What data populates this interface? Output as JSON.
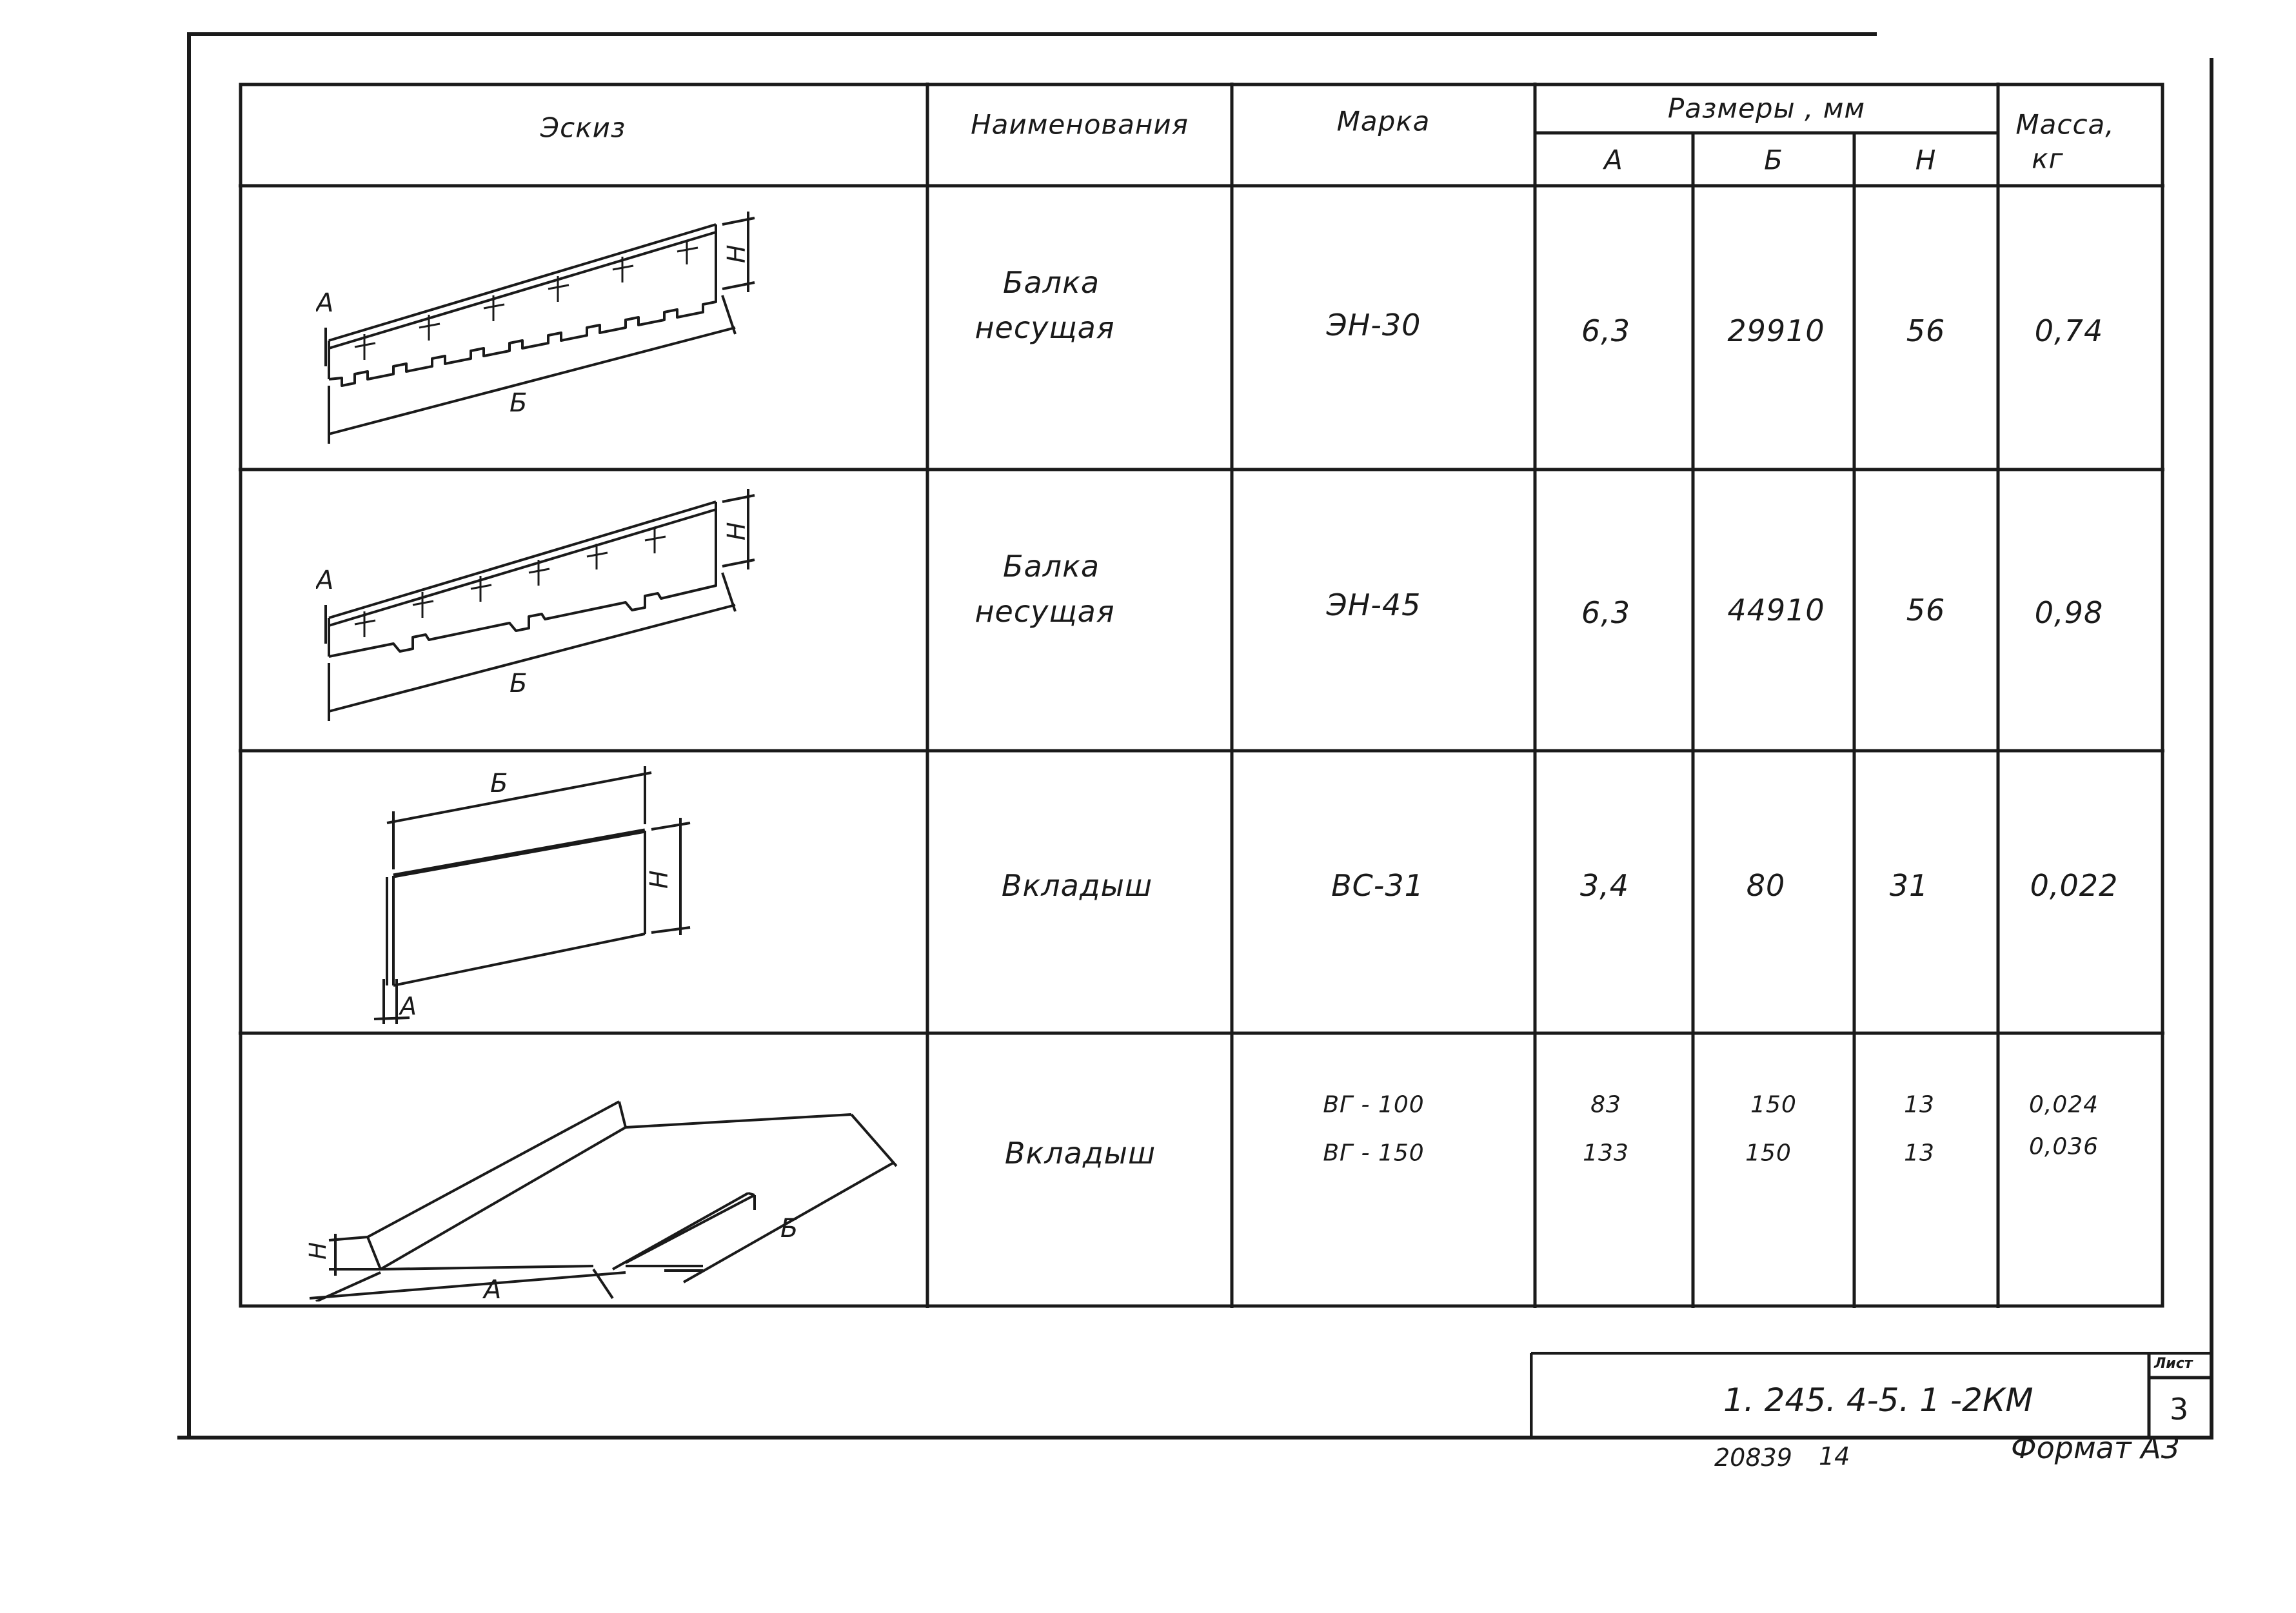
{
  "header": {
    "sketch": "Эскиз",
    "name": "Наименования",
    "mark": "Марка",
    "dims": "Размеры , мм",
    "dim_a": "А",
    "dim_b": "Б",
    "dim_h": "Н",
    "mass": "Масса,",
    "mass_unit": "кг"
  },
  "rows": [
    {
      "name1": "Балка",
      "name2": "несущая",
      "mark": "ЭН-30",
      "a": "6,3",
      "b": "29910",
      "h": "56",
      "mass": "0,74",
      "sketch_labels": {
        "a": "А",
        "b": "Б",
        "h": "Н"
      }
    },
    {
      "name1": "Балка",
      "name2": "несущая",
      "mark": "ЭН-45",
      "a": "6,3",
      "b": "44910",
      "h": "56",
      "mass": "0,98",
      "sketch_labels": {
        "a": "А",
        "b": "Б",
        "h": "Н"
      }
    },
    {
      "name1": "Вкладыш",
      "mark": "ВС-31",
      "a": "3,4",
      "b": "80",
      "h": "31",
      "mass": "0,022",
      "sketch_labels": {
        "a": "А",
        "b": "Б",
        "h": "Н"
      }
    },
    {
      "name1": "Вкладыш",
      "mark1": "ВГ - 100",
      "mark2": "ВГ - 150",
      "a1": "83",
      "a2": "133",
      "b1": "150",
      "b2": "150",
      "h1": "13",
      "h2": "13",
      "mass1": "0,024",
      "mass2": "0,036",
      "sketch_labels": {
        "a": "А",
        "b": "Б",
        "h": "Н"
      }
    }
  ],
  "stamp": {
    "code": "1. 245. 4-5. 1 -2КМ",
    "sheet_label": "Лист",
    "sheet_no": "3",
    "inv": "20839",
    "inv2": "14",
    "format": "Формат А3"
  }
}
